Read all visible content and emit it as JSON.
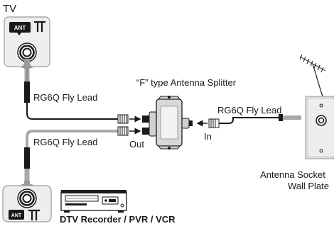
{
  "labels": {
    "tv": "TV",
    "ant_badge_tv": "ANT",
    "ant_badge_recorder": "ANT",
    "splitter": "“F” type Antenna Splitter",
    "lead_tv": "RG6Q Fly Lead",
    "lead_recorder": "RG6Q Fly Lead",
    "lead_wall": "RG6Q Fly Lead",
    "in": "In",
    "out": "Out",
    "wall_line1": "Antenna Socket",
    "wall_line2": "Wall Plate",
    "recorder": "DTV Recorder / PVR / VCR"
  },
  "icons": {
    "antenna_symbol": "antenna-symbol-icon",
    "rf_connector": "coax-socket-icon",
    "rooftop_antenna": "rooftop-antenna-icon",
    "recorder_device": "vcr-device-icon"
  },
  "colors": {
    "line": "#1a1a1a",
    "panel_fill": "#eeeeee",
    "panel_stroke": "#9a9a9a",
    "cable_grey": "#a8a8a8",
    "splitter_fill": "#d8d8d8"
  }
}
